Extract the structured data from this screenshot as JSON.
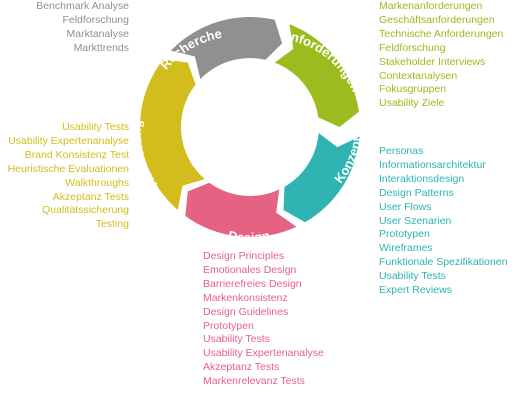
{
  "colors": {
    "research": "#909090",
    "requirements": "#9bbb1e",
    "concept": "#2fb3b3",
    "design": "#e66282",
    "validation": "#d3bd1c"
  },
  "phases": {
    "research": {
      "label": "Recherche",
      "items": [
        "Benchmark Analyse",
        "Feldforschung",
        "Marktanalyse",
        "Markttrends"
      ]
    },
    "requirements": {
      "label": "Anforderungen",
      "items": [
        "Markenanforderungen",
        "Geschäftsanforderungen",
        "Technische Anforderungen",
        "Feldforschung",
        "Stakeholder Interviews",
        "Contextanalysen",
        "Fokusgruppen",
        "Usability Ziele"
      ]
    },
    "concept": {
      "label": "Konzept",
      "items": [
        "Personas",
        "Informationsarchitektur",
        "Interaktionsdesign",
        "Design Patterns",
        "User Flows",
        "User Szenarien",
        "Prototypen",
        "Wireframes",
        "Funktionale Spezifikationen",
        "Usability Tests",
        "Expert Reviews"
      ]
    },
    "design": {
      "label": "Design",
      "items": [
        "Design Principles",
        "Emotionales Design",
        "Barrierefreies Design",
        "Markenkonsistenz",
        "Design Guidelines",
        "Prototypen",
        "Usability Tests",
        "Usability Expertenanalyse",
        "Akzeptanz Tests",
        "Markenrelevanz Tests"
      ]
    },
    "validation": {
      "label": "Validierung",
      "items": [
        "Usability Tests",
        "Usability Expertenanalyse",
        "Brand Konsistenz Test",
        "Heuristische Evaluationen",
        "Walkthroughs",
        "Akzeptanz Tests",
        "Qualitätssicherung",
        "Testing"
      ]
    }
  }
}
